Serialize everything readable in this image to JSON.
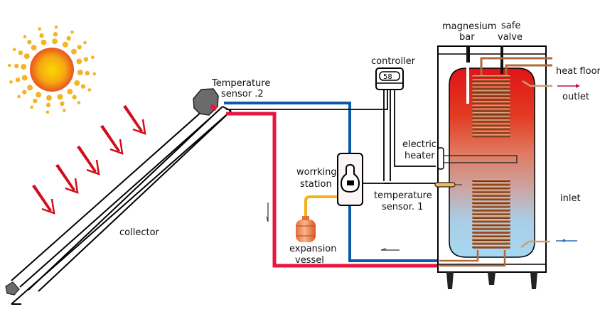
{
  "diagram": {
    "title": "Solar water heating system",
    "labels": {
      "temp_sensor_2": [
        "Temperature",
        "sensor .2"
      ],
      "controller": "controller",
      "controller_display": "58",
      "magnesium_bar": [
        "magnesium",
        "bar"
      ],
      "safe_valve": [
        "safe",
        "valve"
      ],
      "heat_floor": "heat floor",
      "outlet": "outlet",
      "electric_heater": [
        "electric",
        "heater"
      ],
      "working_station": [
        "worrking",
        "station"
      ],
      "temp_sensor_1": [
        "temperature",
        "sensor. 1"
      ],
      "inlet": "inlet",
      "collector": "collector",
      "expansion_vessel": [
        "expansion",
        "vessel"
      ]
    },
    "colors": {
      "hot_pipe": "#e8163c",
      "cold_pipe": "#0a5aa6",
      "expansion_pipe": "#f2b21c",
      "copper": "#b06a3c",
      "sun_core": "#f7c400",
      "sun_edge": "#e8541f",
      "ray_dots": "#f3b526",
      "tank_hot": "#e01a1a",
      "tank_cold": "#a8d8f0",
      "sunlight_arrow": "#d10f1a"
    }
  }
}
